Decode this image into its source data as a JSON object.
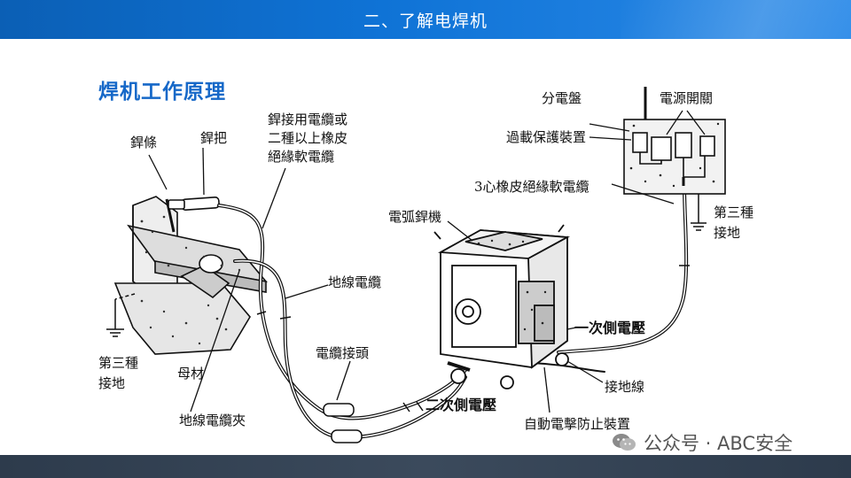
{
  "header": {
    "title": "二、了解电焊机"
  },
  "section_title": "焊机工作原理",
  "diagram": {
    "labels": {
      "electrode": "銲條",
      "holder": "銲把",
      "welding_cable_line1": "銲接用電纜或",
      "welding_cable_line2": "二種以上橡皮",
      "welding_cable_line3": "絕緣軟電纜",
      "distribution_panel": "分電盤",
      "power_switch": "電源開關",
      "overload_protection": "過載保護裝置",
      "three_core_cable": "3心橡皮絕緣軟電纜",
      "arc_welder": "電弧銲機",
      "third_ground_right_1": "第三種",
      "third_ground_right_2": "接地",
      "ground_cable": "地線電纜",
      "third_ground_left_1": "第三種",
      "third_ground_left_2": "接地",
      "base_metal": "母材",
      "cable_joint": "電纜接頭",
      "ground_clamp": "地線電纜夾",
      "primary_voltage": "一次側電壓",
      "secondary_voltage": "二次側電壓",
      "grounding_wire": "接地線",
      "auto_shock_prevention": "自動電擊防止裝置"
    }
  },
  "watermark": {
    "text": "公众号 · ABC安全"
  }
}
